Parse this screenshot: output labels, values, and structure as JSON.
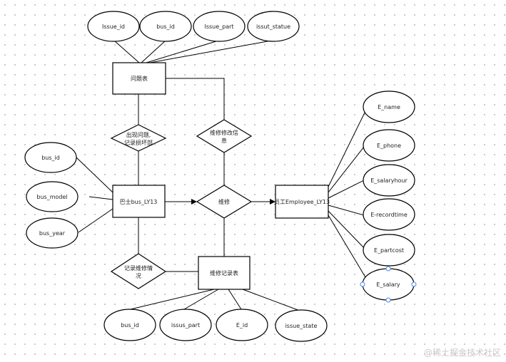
{
  "entities": {
    "issue_table": "问题表",
    "bus": "巴士bus_LY13",
    "employee": "员工Employee_LY13",
    "repair_record": "维修记录表"
  },
  "relationships": {
    "issue_record": [
      "出现问题,",
      "记录损坏部"
    ],
    "repair_modify": [
      "维修修改信",
      "息"
    ],
    "repair": "维修",
    "record_repair": [
      "记录维修情",
      "况"
    ]
  },
  "attributes": {
    "issue": [
      "Issue_id",
      "bus_id",
      "Issue_part",
      "issut_statue"
    ],
    "bus": [
      "bus_id",
      "bus_model",
      "bus_year"
    ],
    "employee": [
      "E_name",
      "E_phone",
      "E_salaryhour",
      "E-recordtime",
      "E_partcost",
      "E_salary"
    ],
    "record": [
      "bus_id",
      "issus_part",
      "E_id",
      "issue_state"
    ]
  },
  "watermark": "@稀土掘金技术社区"
}
